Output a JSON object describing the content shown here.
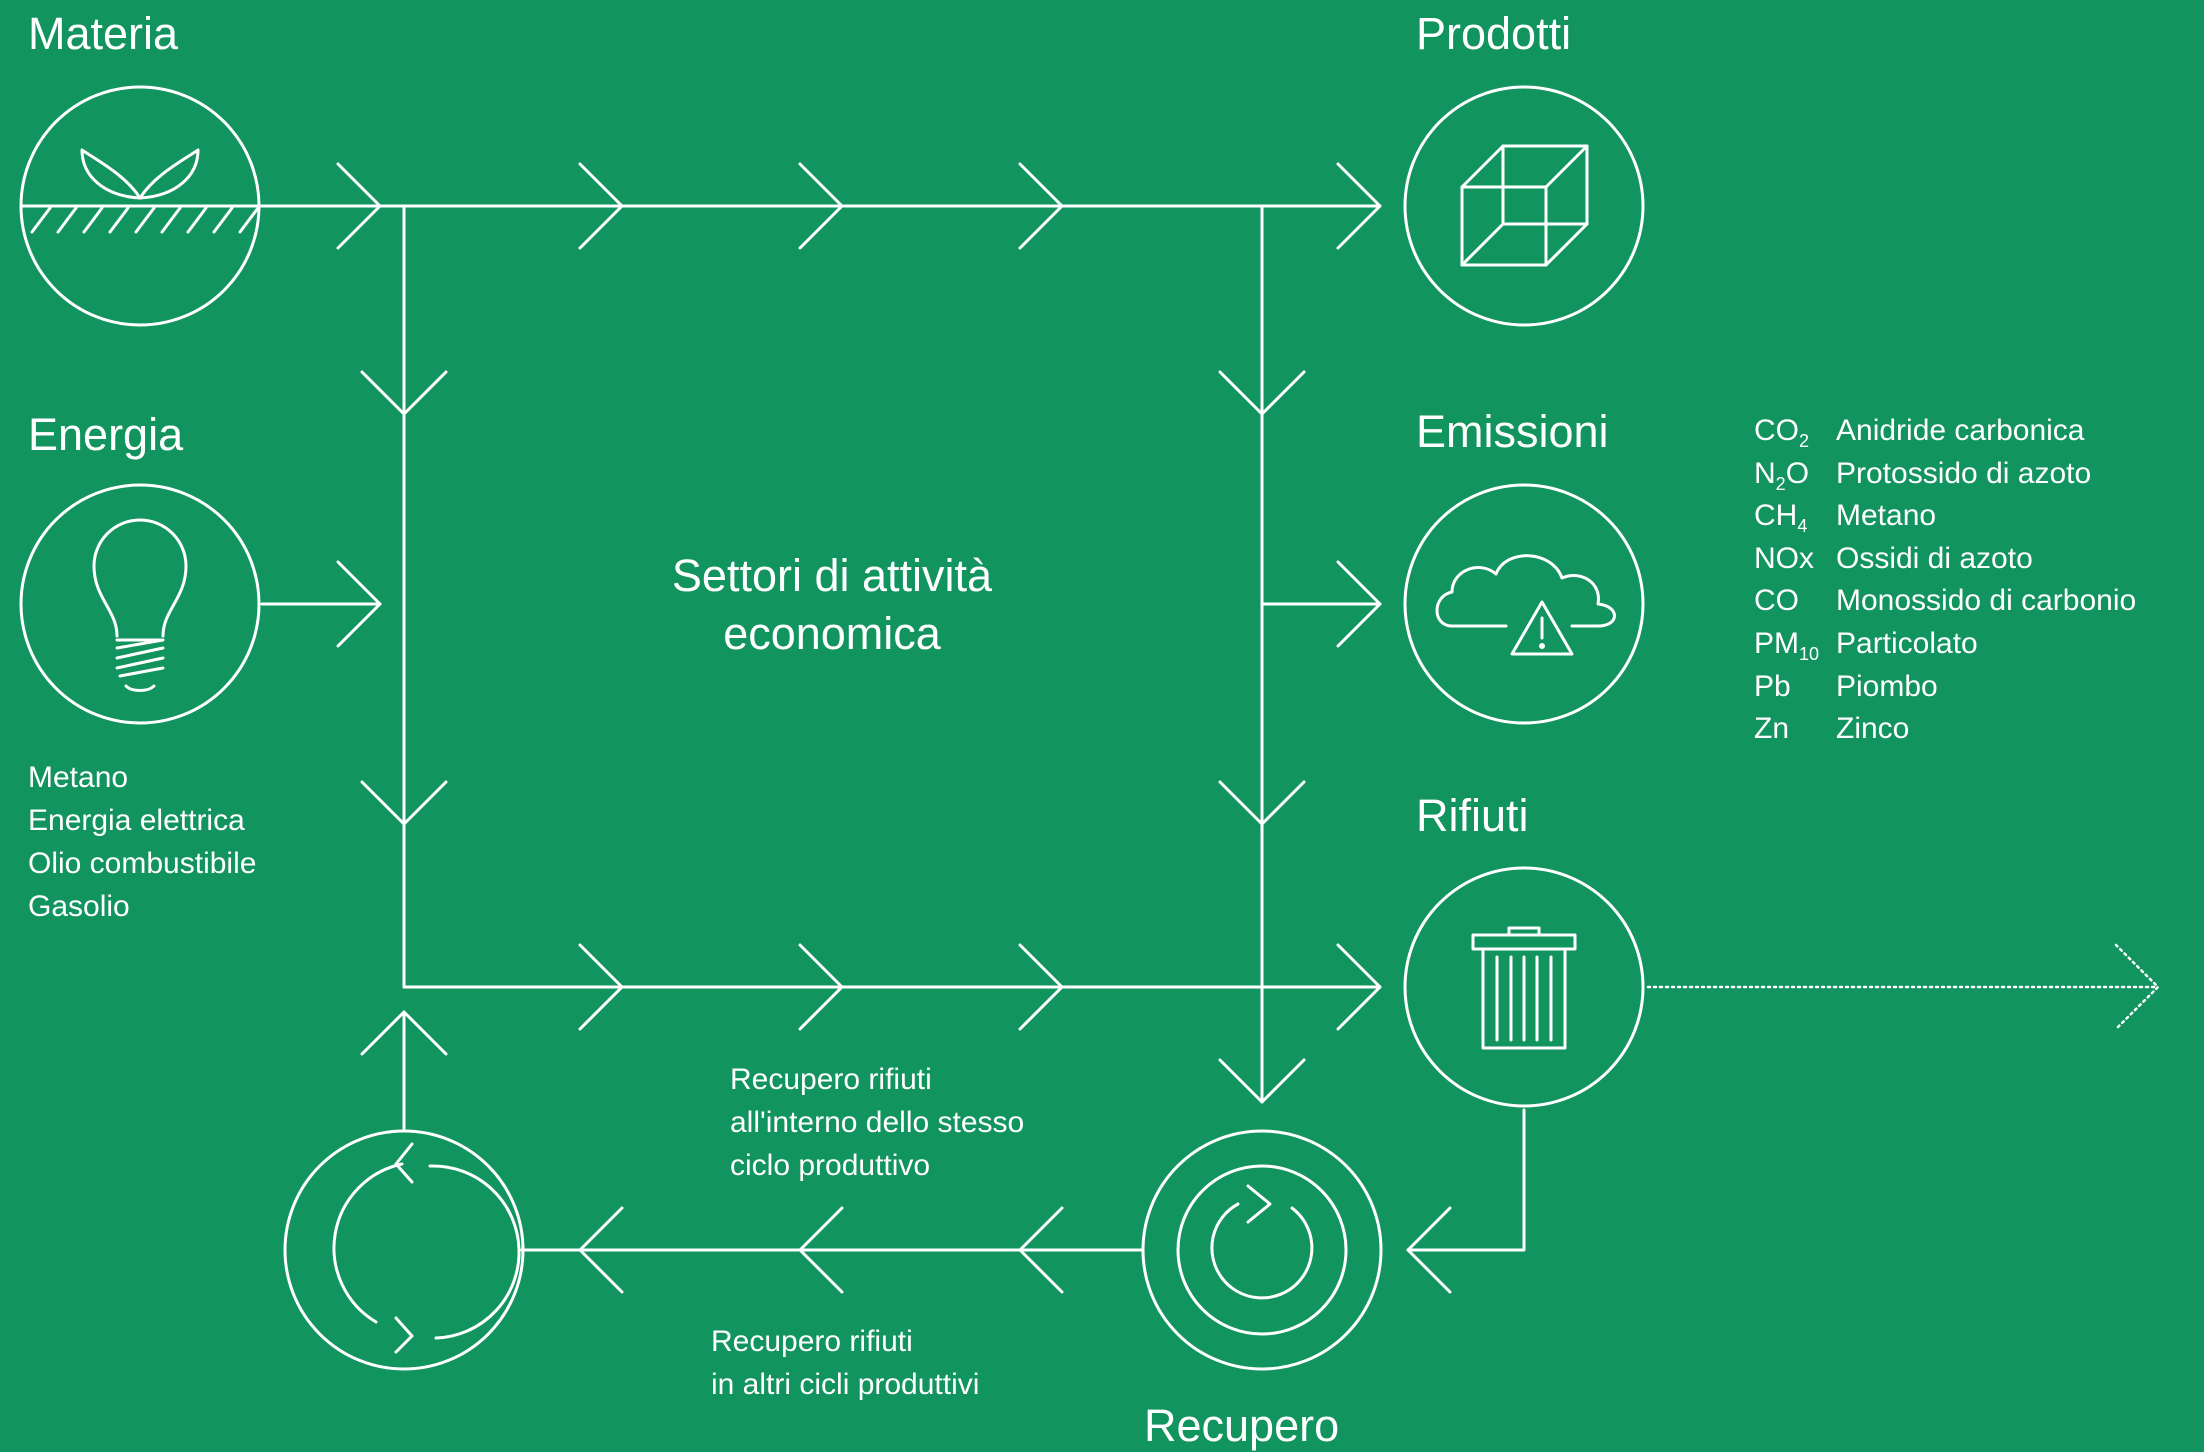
{
  "colors": {
    "background": "#12945f",
    "stroke": "#ffffff"
  },
  "nodes": {
    "materia": {
      "label": "Materia",
      "icon": "plant-icon"
    },
    "energia": {
      "label": "Energia",
      "icon": "lightbulb-icon"
    },
    "prodotti": {
      "label": "Prodotti",
      "icon": "cube-icon"
    },
    "emissioni": {
      "label": "Emissioni",
      "icon": "cloud-warning-icon"
    },
    "rifiuti": {
      "label": "Rifiuti",
      "icon": "trash-bin-icon"
    },
    "recupero": {
      "label": "Recupero",
      "icon": "recycle-icon"
    },
    "recupero_interno": {
      "icon": "recycle-icon"
    }
  },
  "center_label": [
    "Settori di attività",
    "economica"
  ],
  "energy_sources": [
    "Metano",
    "Energia elettrica",
    "Olio combustibile",
    "Gasolio"
  ],
  "recovery_internal": [
    "Recupero rifiuti",
    "all'interno dello stesso",
    "ciclo produttivo"
  ],
  "recovery_external": [
    "Recupero rifiuti",
    "in altri cicli produttivi"
  ],
  "emissions_legend": [
    {
      "code": "CO",
      "sub": "2",
      "name": "Anidride carbonica"
    },
    {
      "code": "N",
      "sub": "2",
      "code_after": "O",
      "name": "Protossido di azoto"
    },
    {
      "code": "CH",
      "sub": "4",
      "name": "Metano"
    },
    {
      "code": "NOx",
      "sub": "",
      "name": "Ossidi di azoto"
    },
    {
      "code": "CO",
      "sub": "",
      "name": "Monossido di carbonio"
    },
    {
      "code": "PM",
      "sub": "10",
      "name": "Particolato"
    },
    {
      "code": "Pb",
      "sub": "",
      "name": "Piombo"
    },
    {
      "code": "Zn",
      "sub": "",
      "name": "Zinco"
    }
  ]
}
